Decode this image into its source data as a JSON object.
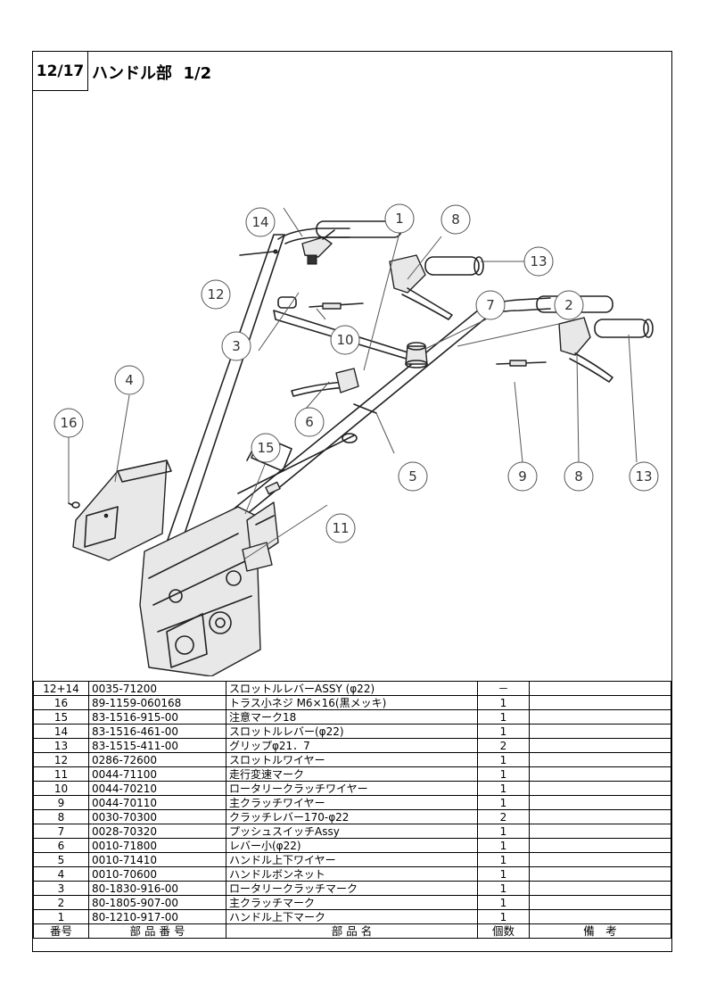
{
  "header": {
    "sheet_number": "12/17",
    "title": "ハンドル部  1/2"
  },
  "callouts": [
    "1",
    "2",
    "3",
    "4",
    "5",
    "6",
    "7",
    "8",
    "8",
    "9",
    "10",
    "11",
    "12",
    "13",
    "13",
    "14",
    "15",
    "16"
  ],
  "table": {
    "headers": {
      "no": "番号",
      "part_number": "部 品 番 号",
      "part_name": "部 品 名",
      "qty": "個数",
      "remarks": "備　考"
    },
    "rows": [
      {
        "no": "12+14",
        "part_number": "0035-71200",
        "part_name": "スロットルレバーASSY (φ22)",
        "qty": "－",
        "remarks": ""
      },
      {
        "no": "16",
        "part_number": "89-1159-060168",
        "part_name": "トラス小ネジ  M6×16(黒メッキ)",
        "qty": "1",
        "remarks": ""
      },
      {
        "no": "15",
        "part_number": "83-1516-915-00",
        "part_name": "注意マーク18",
        "qty": "1",
        "remarks": ""
      },
      {
        "no": "14",
        "part_number": "83-1516-461-00",
        "part_name": "スロットルレバー(φ22)",
        "qty": "1",
        "remarks": ""
      },
      {
        "no": "13",
        "part_number": "83-1515-411-00",
        "part_name": "グリップφ21．7",
        "qty": "2",
        "remarks": ""
      },
      {
        "no": "12",
        "part_number": "0286-72600",
        "part_name": "スロットルワイヤー",
        "qty": "1",
        "remarks": ""
      },
      {
        "no": "11",
        "part_number": "0044-71100",
        "part_name": "走行変速マーク",
        "qty": "1",
        "remarks": ""
      },
      {
        "no": "10",
        "part_number": "0044-70210",
        "part_name": "ロータリークラッチワイヤー",
        "qty": "1",
        "remarks": ""
      },
      {
        "no": "9",
        "part_number": "0044-70110",
        "part_name": "主クラッチワイヤー",
        "qty": "1",
        "remarks": ""
      },
      {
        "no": "8",
        "part_number": "0030-70300",
        "part_name": "クラッチレバー170-φ22",
        "qty": "2",
        "remarks": ""
      },
      {
        "no": "7",
        "part_number": "0028-70320",
        "part_name": "プッシュスイッチAssy",
        "qty": "1",
        "remarks": ""
      },
      {
        "no": "6",
        "part_number": "0010-71800",
        "part_name": "レバー小(φ22)",
        "qty": "1",
        "remarks": ""
      },
      {
        "no": "5",
        "part_number": "0010-71410",
        "part_name": "ハンドル上下ワイヤー",
        "qty": "1",
        "remarks": ""
      },
      {
        "no": "4",
        "part_number": "0010-70600",
        "part_name": "ハンドルボンネット",
        "qty": "1",
        "remarks": ""
      },
      {
        "no": "3",
        "part_number": "80-1830-916-00",
        "part_name": "ロータリークラッチマーク",
        "qty": "1",
        "remarks": ""
      },
      {
        "no": "2",
        "part_number": "80-1805-907-00",
        "part_name": "主クラッチマーク",
        "qty": "1",
        "remarks": ""
      },
      {
        "no": "1",
        "part_number": "80-1210-917-00",
        "part_name": "ハンドル上下マーク",
        "qty": "1",
        "remarks": ""
      }
    ]
  }
}
